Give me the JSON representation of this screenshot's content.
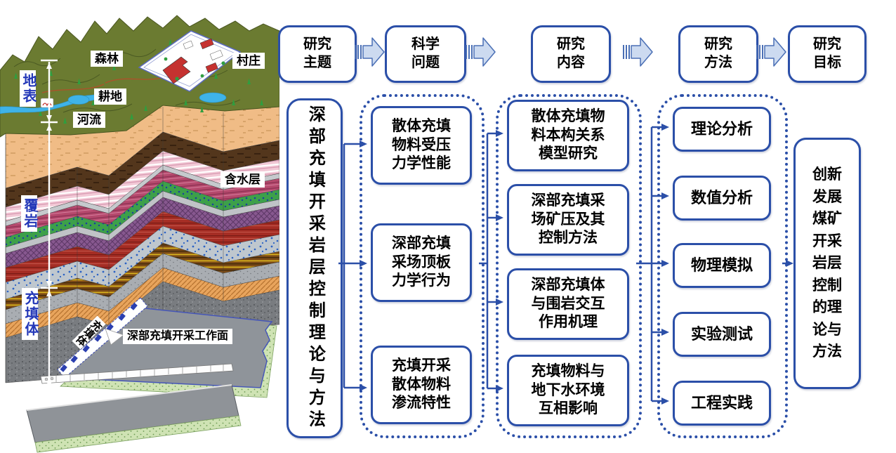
{
  "figure": {
    "accent_color": "#2b4fa8",
    "arrow_fill": "#ccdaf0",
    "arrow_border": "#4a6fb5"
  },
  "headers": {
    "topic": "研究\n主题",
    "problem": "科学\n问题",
    "content": "研究\n内容",
    "method": "研究\n方法",
    "goal": "研究\n目标"
  },
  "columns": {
    "topic_box": "深部充填开采岩层控制理论与方法",
    "problems": [
      "散体充填\n物料受压\n力学性能",
      "深部充填\n采场顶板\n力学行为",
      "充填开采\n散体物料\n渗流特性"
    ],
    "contents": [
      "散体充填物\n料本构关系\n模型研究",
      "深部充填采\n场矿压及其\n控制方法",
      "深部充填体\n与围岩交互\n作用机理",
      "充填物料与\n地下水环境\n互相影响"
    ],
    "methods": [
      "理论分析",
      "数值分析",
      "物理模拟",
      "实验测试",
      "工程实践"
    ],
    "goal_box": "创新\n发展\n煤矿\n开采\n岩层\n控制\n的理\n论与\n方法"
  },
  "geology": {
    "labels": {
      "forest": "森林",
      "village": "村庄",
      "farmland": "耕地",
      "river": "河流",
      "aquifer": "含水层",
      "working_face": "深部充填开采工作面",
      "backfill_diagonal": "充填体",
      "surface": "地表",
      "overburden": "覆岩",
      "backfill_body": "充填体"
    },
    "palette": {
      "mountain": "#6b7b31",
      "tree": "#2f9e3f",
      "river": "#3fb3e8",
      "topsoil": "#f0bc86",
      "aquifer_layer": "#3da04a",
      "coal_face_slab": "#8f949a",
      "slab_edge": "#cfe3b4",
      "label_blue": "#2438b8"
    }
  }
}
